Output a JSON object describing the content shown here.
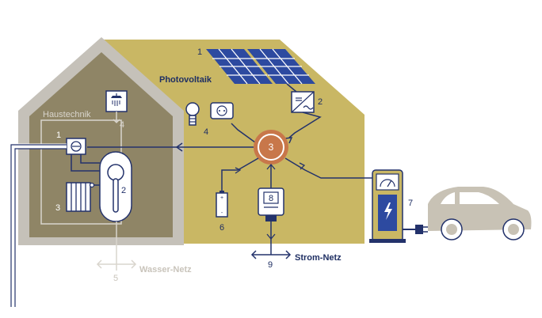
{
  "labels": {
    "photovoltaik": "Photovoltaik",
    "haustechnik": "Haustechnik",
    "wasser_netz": "Wasser-Netz",
    "strom_netz": "Strom-Netz"
  },
  "numbers": {
    "n1_panel": "1",
    "n2_inverter": "2",
    "n3_hub": "3",
    "n4_consumers": "4",
    "n4_shower": "4",
    "n1_heatpump": "1",
    "n2_tank": "2",
    "n3_radiator": "3",
    "n5_water": "5",
    "n6_battery": "6",
    "n7_wallbox": "7",
    "n8_meter": "8",
    "n9_grid": "9"
  },
  "colors": {
    "roof": "#c9b764",
    "wall_inner": "#8f8566",
    "house_outline": "#c5c1b9",
    "stroke": "#23326b",
    "hub": "#c8774a",
    "car": "#c8c2b5",
    "panel": "#2d4aa0",
    "pale_line": "#d9d5cd"
  }
}
